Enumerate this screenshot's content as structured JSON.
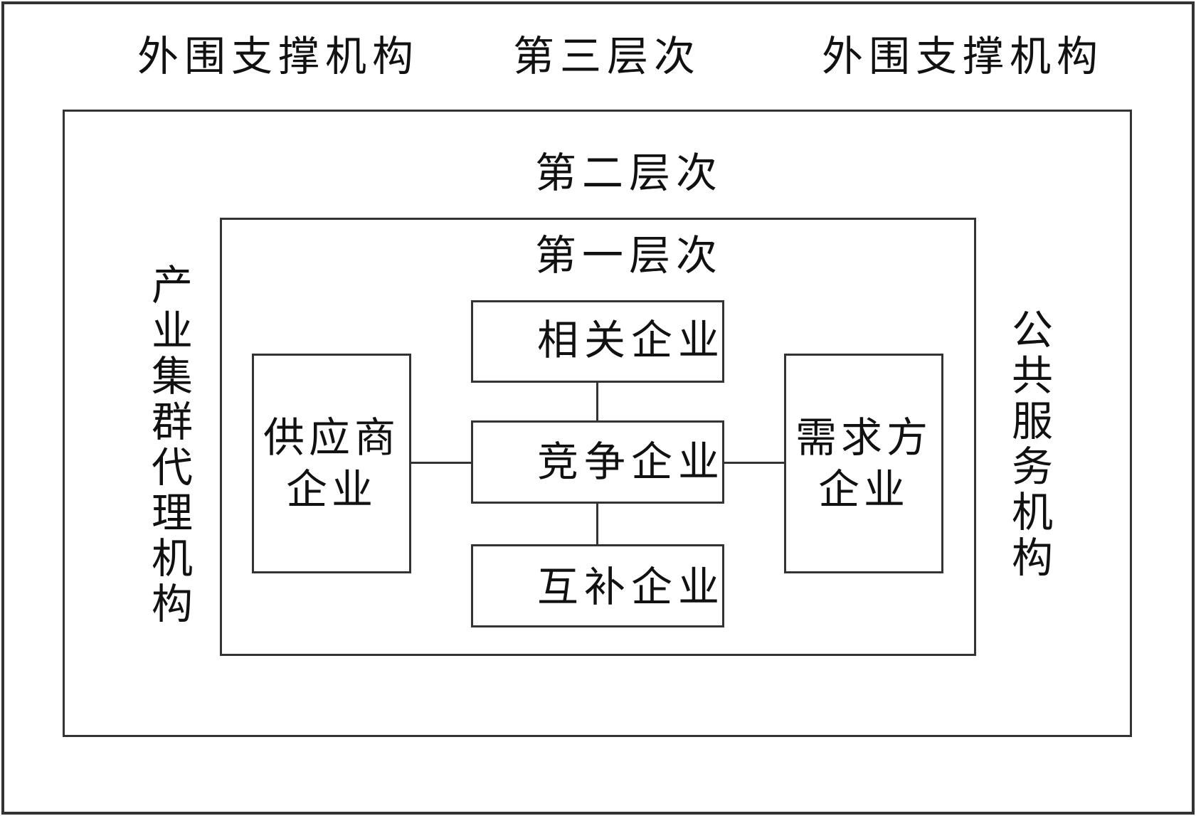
{
  "layer3": {
    "title": "第三层次",
    "left_label": "外围支撑机构",
    "right_label": "外围支撑机构"
  },
  "layer2": {
    "title": "第二层次",
    "left_label": "产业集群代理机构",
    "right_label": "公共服务机构"
  },
  "layer1": {
    "title": "第一层次",
    "related": "相关企业",
    "competing": "竞争企业",
    "complementary": "互补企业",
    "supplier": [
      "供应商",
      "企业"
    ],
    "demand": [
      "需求方",
      "企业"
    ]
  }
}
